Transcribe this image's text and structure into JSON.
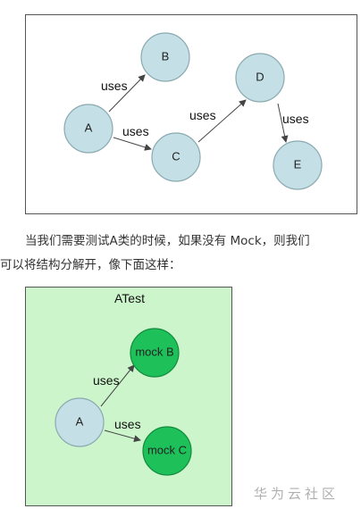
{
  "figure1": {
    "nodes": [
      {
        "id": "A",
        "label": "A"
      },
      {
        "id": "B",
        "label": "B"
      },
      {
        "id": "C",
        "label": "C"
      },
      {
        "id": "D",
        "label": "D"
      },
      {
        "id": "E",
        "label": "E"
      }
    ],
    "edges": [
      {
        "from": "A",
        "to": "B",
        "label": "uses"
      },
      {
        "from": "A",
        "to": "C",
        "label": "uses"
      },
      {
        "from": "C",
        "to": "D",
        "label": "uses"
      },
      {
        "from": "D",
        "to": "E",
        "label": "uses"
      }
    ]
  },
  "paragraph": {
    "line1": "当我们需要测试A类的时候，如果没有 Mock，则我们",
    "line2": "可以将结构分解开，像下面这样："
  },
  "figure2": {
    "title": "ATest",
    "nodes": [
      {
        "id": "A",
        "label": "A"
      },
      {
        "id": "mockB",
        "label": "mock B"
      },
      {
        "id": "mockC",
        "label": "mock C"
      }
    ],
    "edges": [
      {
        "from": "A",
        "to": "mockB",
        "label": "uses"
      },
      {
        "from": "A",
        "to": "mockC",
        "label": "uses"
      }
    ]
  },
  "colors": {
    "node_fill": "#c4dfe6",
    "mock_fill": "#1ec05a",
    "test_bg": "#ccf5cc"
  },
  "watermark": "华为云社区"
}
